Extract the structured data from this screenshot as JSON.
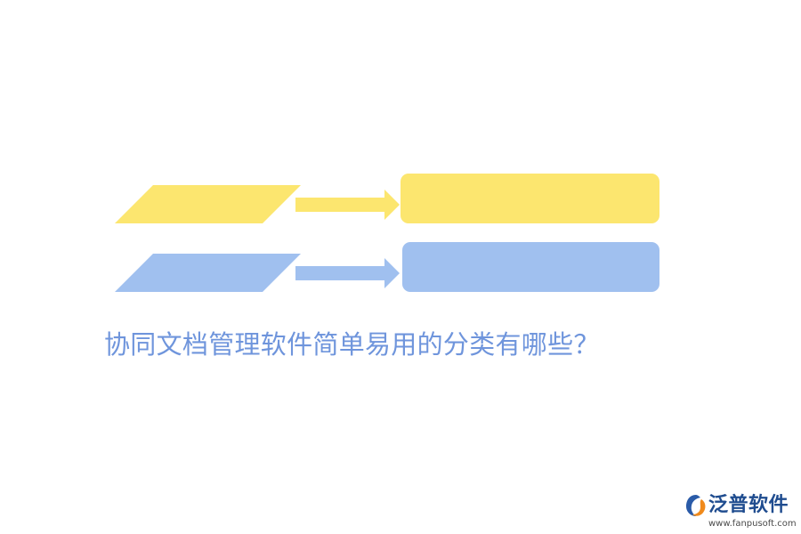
{
  "headline": {
    "text": "协同文档管理软件简单易用的分类有哪些？",
    "color": "#6f95dc"
  },
  "colors": {
    "yellow": "#fce66f",
    "blue": "#a0c0ef"
  },
  "logo": {
    "name": "泛普软件",
    "url": "www.fanpusoft.com",
    "icon": "fanpu-logo-icon",
    "name_color": "#1f4c8f"
  }
}
